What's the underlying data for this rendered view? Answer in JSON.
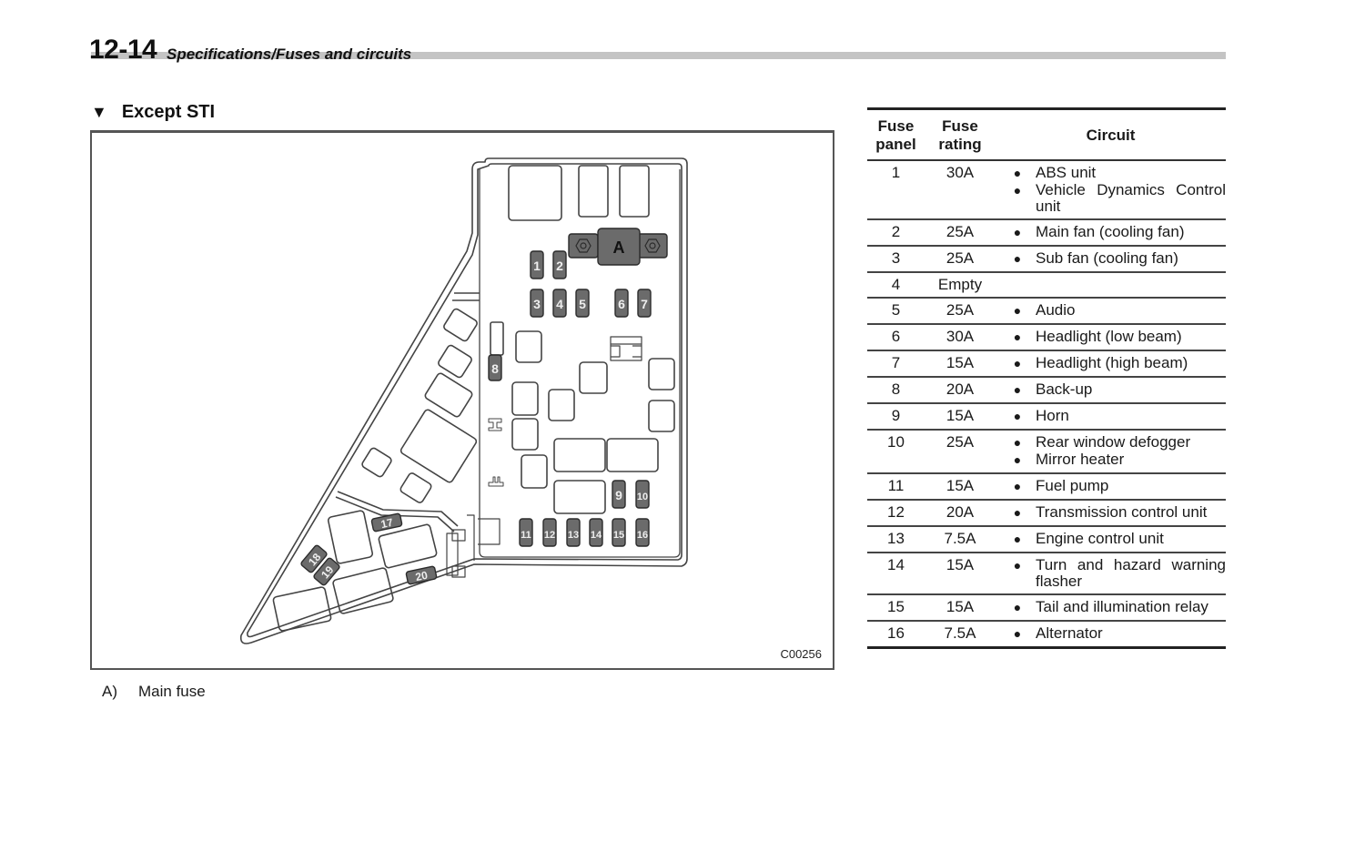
{
  "header": {
    "page_number": "12-14",
    "section": "Specifications/Fuses and circuits",
    "bar_color": "#c4c4c4"
  },
  "subheading": {
    "marker": "▼",
    "title": "Except STI"
  },
  "diagram": {
    "code": "C00256",
    "main_fuse_label": "A",
    "fuse_fill": "#6b6b6b",
    "fuse_labels": [
      "1",
      "2",
      "3",
      "4",
      "5",
      "6",
      "7",
      "8",
      "9",
      "10",
      "11",
      "12",
      "13",
      "14",
      "15",
      "16",
      "17",
      "18",
      "19",
      "20"
    ]
  },
  "caption": {
    "key": "A)",
    "text": "Main fuse"
  },
  "table": {
    "headers": {
      "panel": [
        "Fuse",
        "panel"
      ],
      "rating": [
        "Fuse",
        "rating"
      ],
      "circuit": "Circuit"
    },
    "rows": [
      {
        "panel": "1",
        "rating": "30A",
        "circuits": [
          "ABS unit",
          "Vehicle Dynamics Control unit"
        ]
      },
      {
        "panel": "2",
        "rating": "25A",
        "circuits": [
          "Main fan (cooling fan)"
        ]
      },
      {
        "panel": "3",
        "rating": "25A",
        "circuits": [
          "Sub fan (cooling fan)"
        ]
      },
      {
        "panel": "4",
        "rating": "Empty",
        "circuits": []
      },
      {
        "panel": "5",
        "rating": "25A",
        "circuits": [
          "Audio"
        ]
      },
      {
        "panel": "6",
        "rating": "30A",
        "circuits": [
          "Headlight (low beam)"
        ]
      },
      {
        "panel": "7",
        "rating": "15A",
        "circuits": [
          "Headlight (high beam)"
        ]
      },
      {
        "panel": "8",
        "rating": "20A",
        "circuits": [
          "Back-up"
        ]
      },
      {
        "panel": "9",
        "rating": "15A",
        "circuits": [
          "Horn"
        ]
      },
      {
        "panel": "10",
        "rating": "25A",
        "circuits": [
          "Rear window defogger",
          "Mirror heater"
        ]
      },
      {
        "panel": "11",
        "rating": "15A",
        "circuits": [
          "Fuel pump"
        ]
      },
      {
        "panel": "12",
        "rating": "20A",
        "circuits": [
          "Transmission control unit"
        ]
      },
      {
        "panel": "13",
        "rating": "7.5A",
        "circuits": [
          "Engine control unit"
        ]
      },
      {
        "panel": "14",
        "rating": "15A",
        "circuits": [
          "Turn and hazard warning flasher"
        ]
      },
      {
        "panel": "15",
        "rating": "15A",
        "circuits": [
          "Tail and illumination relay"
        ]
      },
      {
        "panel": "16",
        "rating": "7.5A",
        "circuits": [
          "Alternator"
        ]
      }
    ],
    "bullet": "●"
  }
}
